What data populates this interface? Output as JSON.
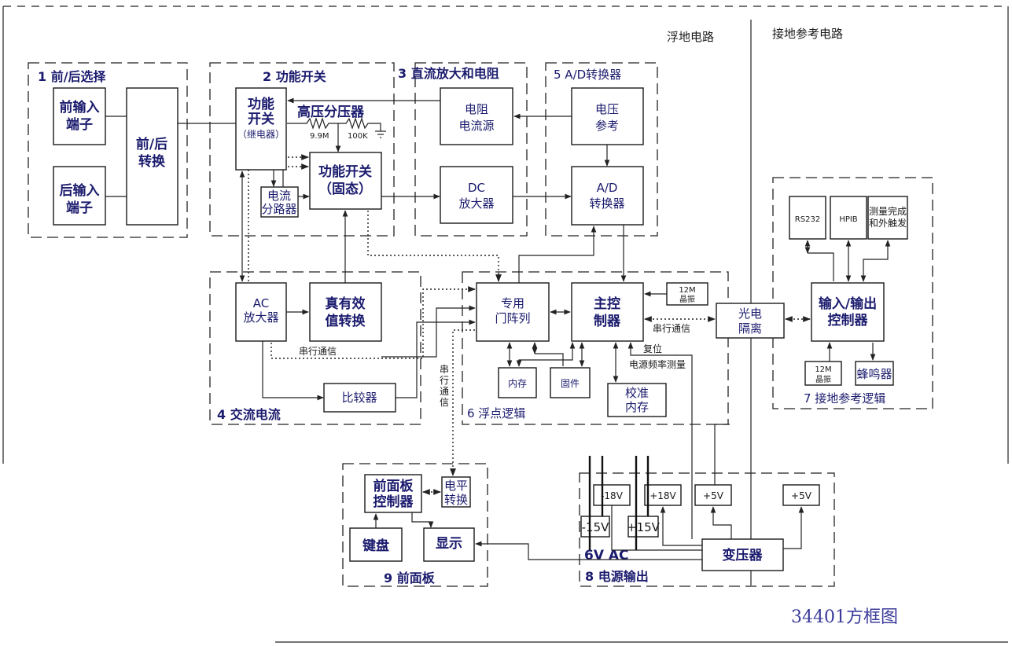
{
  "regions": {
    "floating": "浮地电路",
    "grounded": "接地参考电路"
  },
  "groups": {
    "g1": "1  前/后选择",
    "g2": "2  功能开关",
    "g3": "3  直流放大和电阻",
    "g4": "4  交流电流",
    "g5": "5  A/D转换器",
    "g6": "6  浮点逻辑",
    "g7": "7  接地参考逻辑",
    "g8": "8  电源输出",
    "g9": "9  前面板"
  },
  "blocks": {
    "front_input": [
      "前输入",
      "端子"
    ],
    "rear_input": [
      "后输入",
      "端子"
    ],
    "front_rear_switch": [
      "前/后",
      "转换"
    ],
    "func_switch_relay": [
      "功能",
      "开关",
      "（继电器）"
    ],
    "hv_divider": "高压分压器",
    "r1": "9.9M",
    "r2": "100K",
    "func_switch_solid": [
      "功能开关",
      "（固态）"
    ],
    "current_shunt": [
      "电流",
      "分路器"
    ],
    "resistor_current_source": [
      "电阻",
      "电流源"
    ],
    "dc_amp": [
      "DC",
      "放大器"
    ],
    "voltage_ref": [
      "电压",
      "参考"
    ],
    "ad_converter": [
      "A/D",
      "转换器"
    ],
    "ac_amp": [
      "AC",
      "放大器"
    ],
    "true_rms": [
      "真有效",
      "值转换"
    ],
    "comparator": "比较器",
    "gate_array": [
      "专用",
      "门阵列"
    ],
    "main_controller": [
      "主控",
      "制器"
    ],
    "crystal_12m_a": [
      "12M",
      "晶振"
    ],
    "memory": "内存",
    "firmware": "固件",
    "cal_memory": [
      "校准",
      "内存"
    ],
    "opto_isolation": [
      "光电",
      "隔离"
    ],
    "rs232": "RS232",
    "hpib": "HPIB",
    "meas_complete": [
      "测量完成",
      "和外触发"
    ],
    "io_controller": [
      "输入/输出",
      "控制器"
    ],
    "crystal_12m_b": [
      "12M",
      "晶振"
    ],
    "buzzer": "蜂鸣器",
    "front_panel_ctrl": [
      "前面板",
      "控制器"
    ],
    "level_shift": [
      "电平",
      "转换"
    ],
    "keyboard": "键盘",
    "display": "显示",
    "minus18v": "-18V",
    "plus18v": "+18V",
    "plus5v_a": "+5V",
    "plus5v_b": "+5V",
    "minus15v": "-15V",
    "plus15v": "+15V",
    "transformer": "变压器"
  },
  "labels": {
    "serial_comm_ac": "串行通信",
    "serial_comm_vert": [
      "串",
      "行",
      "通",
      "信"
    ],
    "serial_comm_main": "串行通信",
    "reset": "复位",
    "power_freq": "电源频率测量",
    "ac_6v": "6V  AC"
  },
  "title": "34401方框图"
}
